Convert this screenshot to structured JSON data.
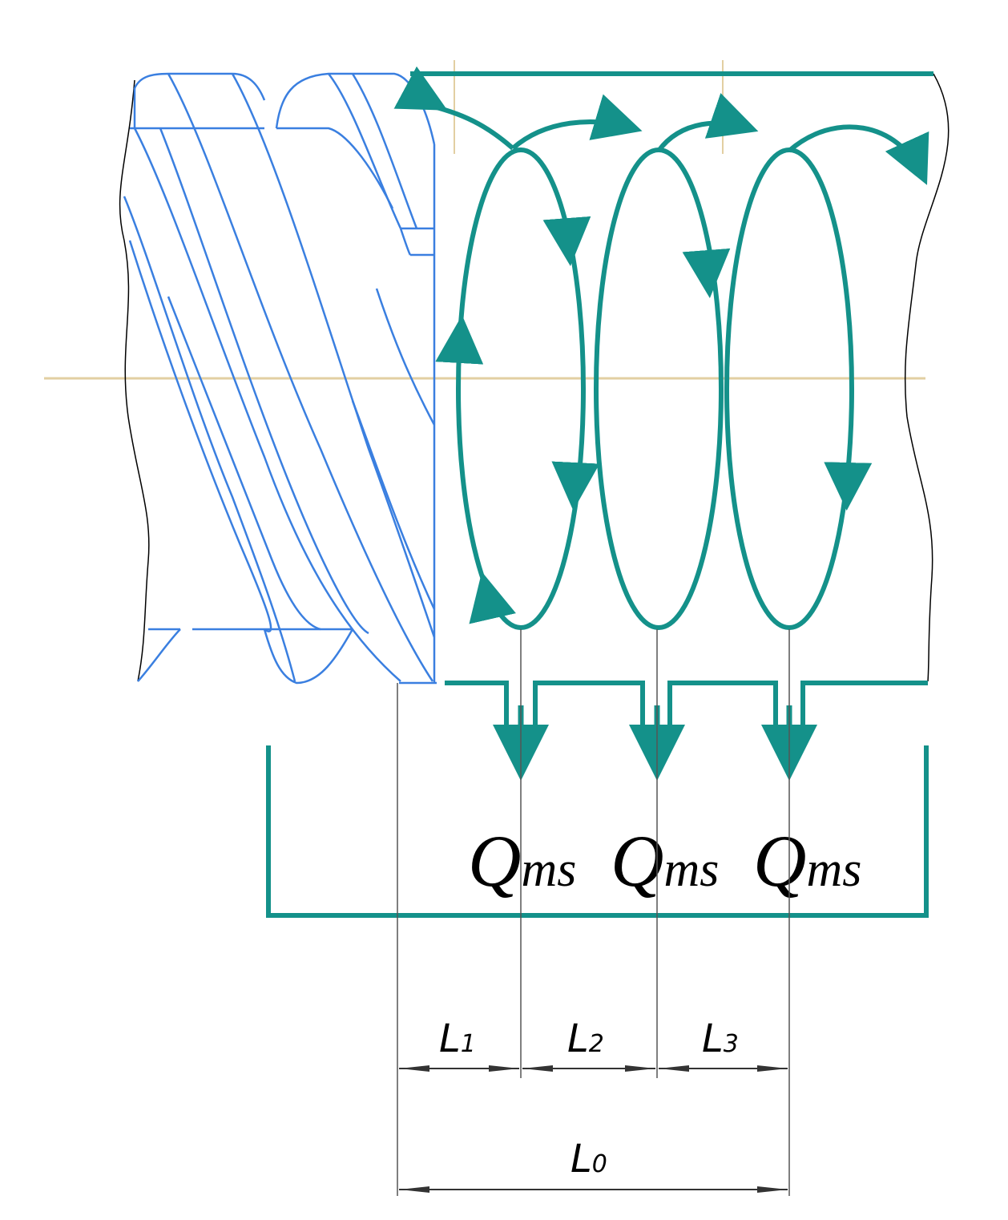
{
  "diagram": {
    "colors": {
      "screw": "#3a7fe0",
      "flow": "#14918a",
      "dimension": "#444444",
      "centerline": "#e2cfa2",
      "outline": "#000000"
    },
    "discharge_labels": [
      {
        "main": "Q",
        "sub": "ms"
      },
      {
        "main": "Q",
        "sub": "ms"
      },
      {
        "main": "Q",
        "sub": "ms"
      }
    ],
    "segment_labels": [
      {
        "main": "L",
        "sub": "1"
      },
      {
        "main": "L",
        "sub": "2"
      },
      {
        "main": "L",
        "sub": "3"
      }
    ],
    "total_label": {
      "main": "L",
      "sub": "0"
    }
  }
}
